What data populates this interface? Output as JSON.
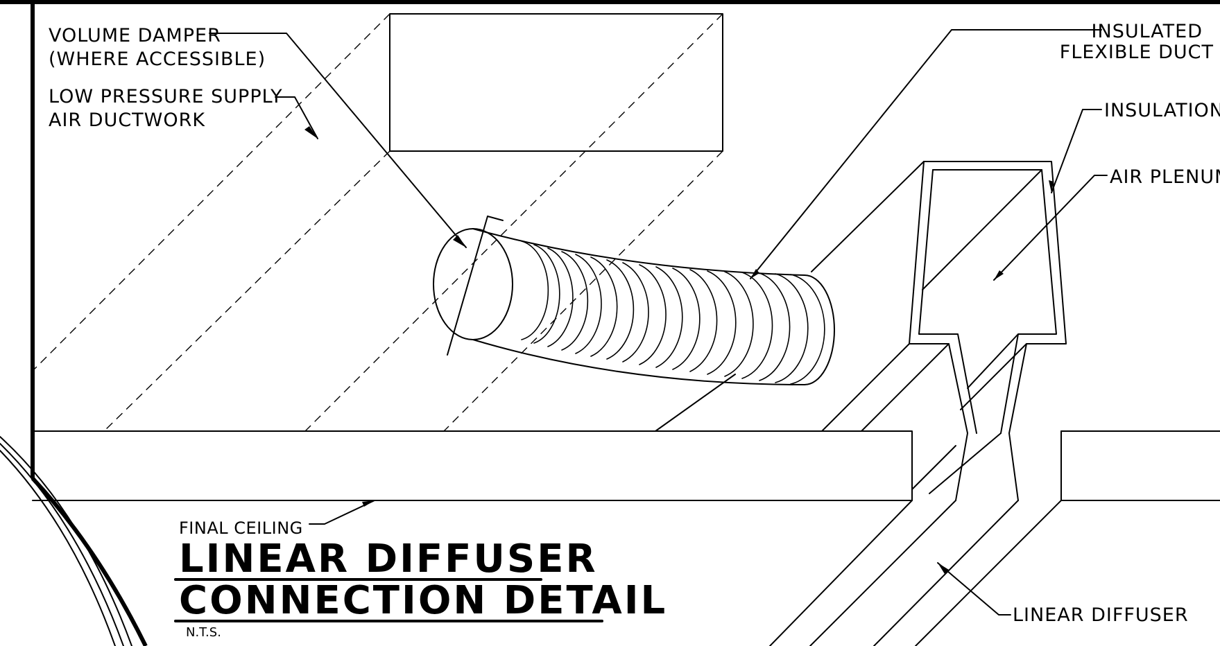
{
  "title": {
    "line1": "LINEAR DIFFUSER",
    "line2": "CONNECTION DETAIL",
    "scale": "N.T.S."
  },
  "labels": {
    "volume_damper_1": "VOLUME DAMPER",
    "volume_damper_2": "(WHERE ACCESSIBLE)",
    "supply_duct_1": "LOW PRESSURE SUPPLY",
    "supply_duct_2": "AIR DUCTWORK",
    "flex_duct_1": "INSULATED",
    "flex_duct_2": "FLEXIBLE DUCT",
    "insulation": "INSULATION",
    "air_plenum": "AIR PLENUM",
    "final_ceiling": "FINAL CEILING",
    "linear_diffuser": "LINEAR DIFFUSER"
  }
}
